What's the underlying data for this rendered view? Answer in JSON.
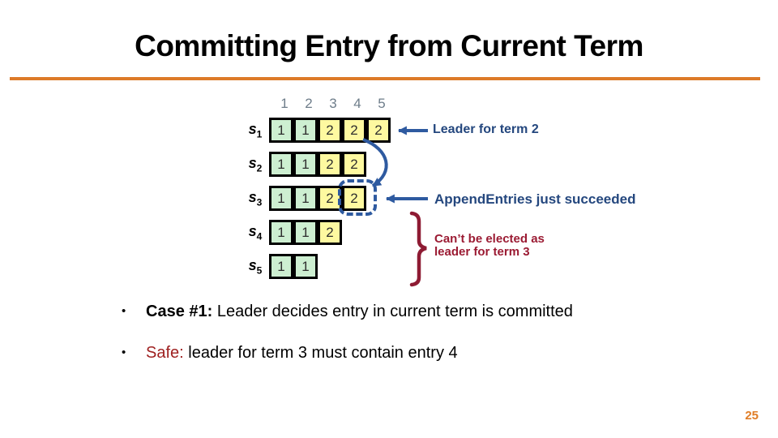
{
  "title": "Committing Entry from Current Term",
  "page_number": "25",
  "bullet_glyph": "•",
  "colors": {
    "accent_orange": "#DD7A28",
    "term1_green": "#CDEFD1",
    "term2_yellow": "#FEF9A0",
    "blue_annotation": "#24477E",
    "blue_arrow": "#2E5AA0",
    "maroon_annotation": "#9B1B33",
    "safe_red": "#9E1F1F",
    "index_gray": "#6E7D8A"
  },
  "diagram": {
    "index_labels": [
      "1",
      "2",
      "3",
      "4",
      "5"
    ],
    "servers": [
      {
        "label": "s",
        "sub": "1",
        "entries": [
          "1",
          "1",
          "2",
          "2",
          "2"
        ]
      },
      {
        "label": "s",
        "sub": "2",
        "entries": [
          "1",
          "1",
          "2",
          "2"
        ]
      },
      {
        "label": "s",
        "sub": "3",
        "entries": [
          "1",
          "1",
          "2",
          "2"
        ],
        "highlighted_entry": "4"
      },
      {
        "label": "s",
        "sub": "4",
        "entries": [
          "1",
          "1",
          "2"
        ]
      },
      {
        "label": "s",
        "sub": "5",
        "entries": [
          "1",
          "1"
        ]
      }
    ],
    "annotations": {
      "leader": "Leader for term 2",
      "append_entries": "AppendEntries just succeeded",
      "cant_elect_line1": "Can’t be elected as",
      "cant_elect_line2": "leader for term 3"
    }
  },
  "bullets": [
    {
      "lead": "Case #1:",
      "text": " Leader decides entry in current term is committed"
    },
    {
      "lead": "Safe:",
      "text": " leader for term 3 must contain entry 4"
    }
  ]
}
